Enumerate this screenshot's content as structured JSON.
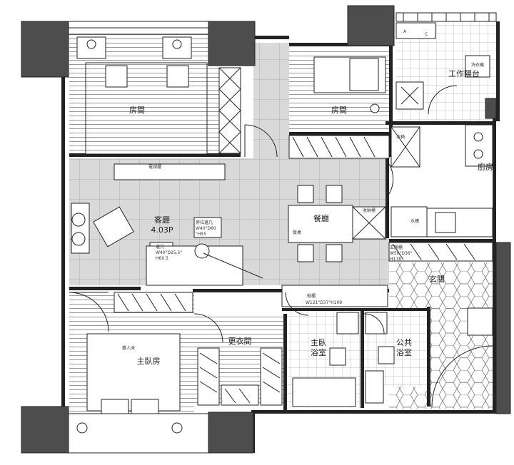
{
  "rooms": {
    "bedroom_top": "房間",
    "bedroom_mid": "房間",
    "living": "客廳",
    "living_area": "4.03P",
    "dining": "餐廳",
    "kitchen": "廚房",
    "work_balcony": "工作陽台",
    "entrance": "玄關",
    "master_bedroom": "主臥房",
    "walk_in_closet": "更衣間",
    "master_bath_line1": "主臥",
    "master_bath_line2": "浴室",
    "public_bath_line1": "公共",
    "public_bath_line2": "浴室"
  },
  "notes": {
    "door_a": "A",
    "door_c": "C",
    "tv_cabinet": "電視櫃",
    "coffee_table_l1": "旁拉邊几",
    "coffee_table_l2": "W40\"D60",
    "coffee_table_l3": "\"H55",
    "side_table_l1": "邊几",
    "side_table_l2": "W40\"D25.5\"",
    "side_table_l3": "H60.5",
    "dining_chair_label": "餐桌",
    "storage_label": "收納櫃",
    "shoe_cabinet_l1": "鞋櫃",
    "shoe_cabinet_l2": "W121\"D37\"H109",
    "entry_cabinet_l1": "玄關櫃",
    "entry_cabinet_l2": "W50\"D36\"",
    "entry_cabinet_l3": "H178",
    "double_bed": "雙人床",
    "washer": "洗衣機",
    "fridge": "冰箱",
    "sink_cab": "水槽"
  },
  "colors": {
    "wall": "#222222",
    "column": "#4d4d4d",
    "floor_tile": "#d8d8d8",
    "grid_line": "#9a9a9a",
    "wood_line": "#555555"
  }
}
